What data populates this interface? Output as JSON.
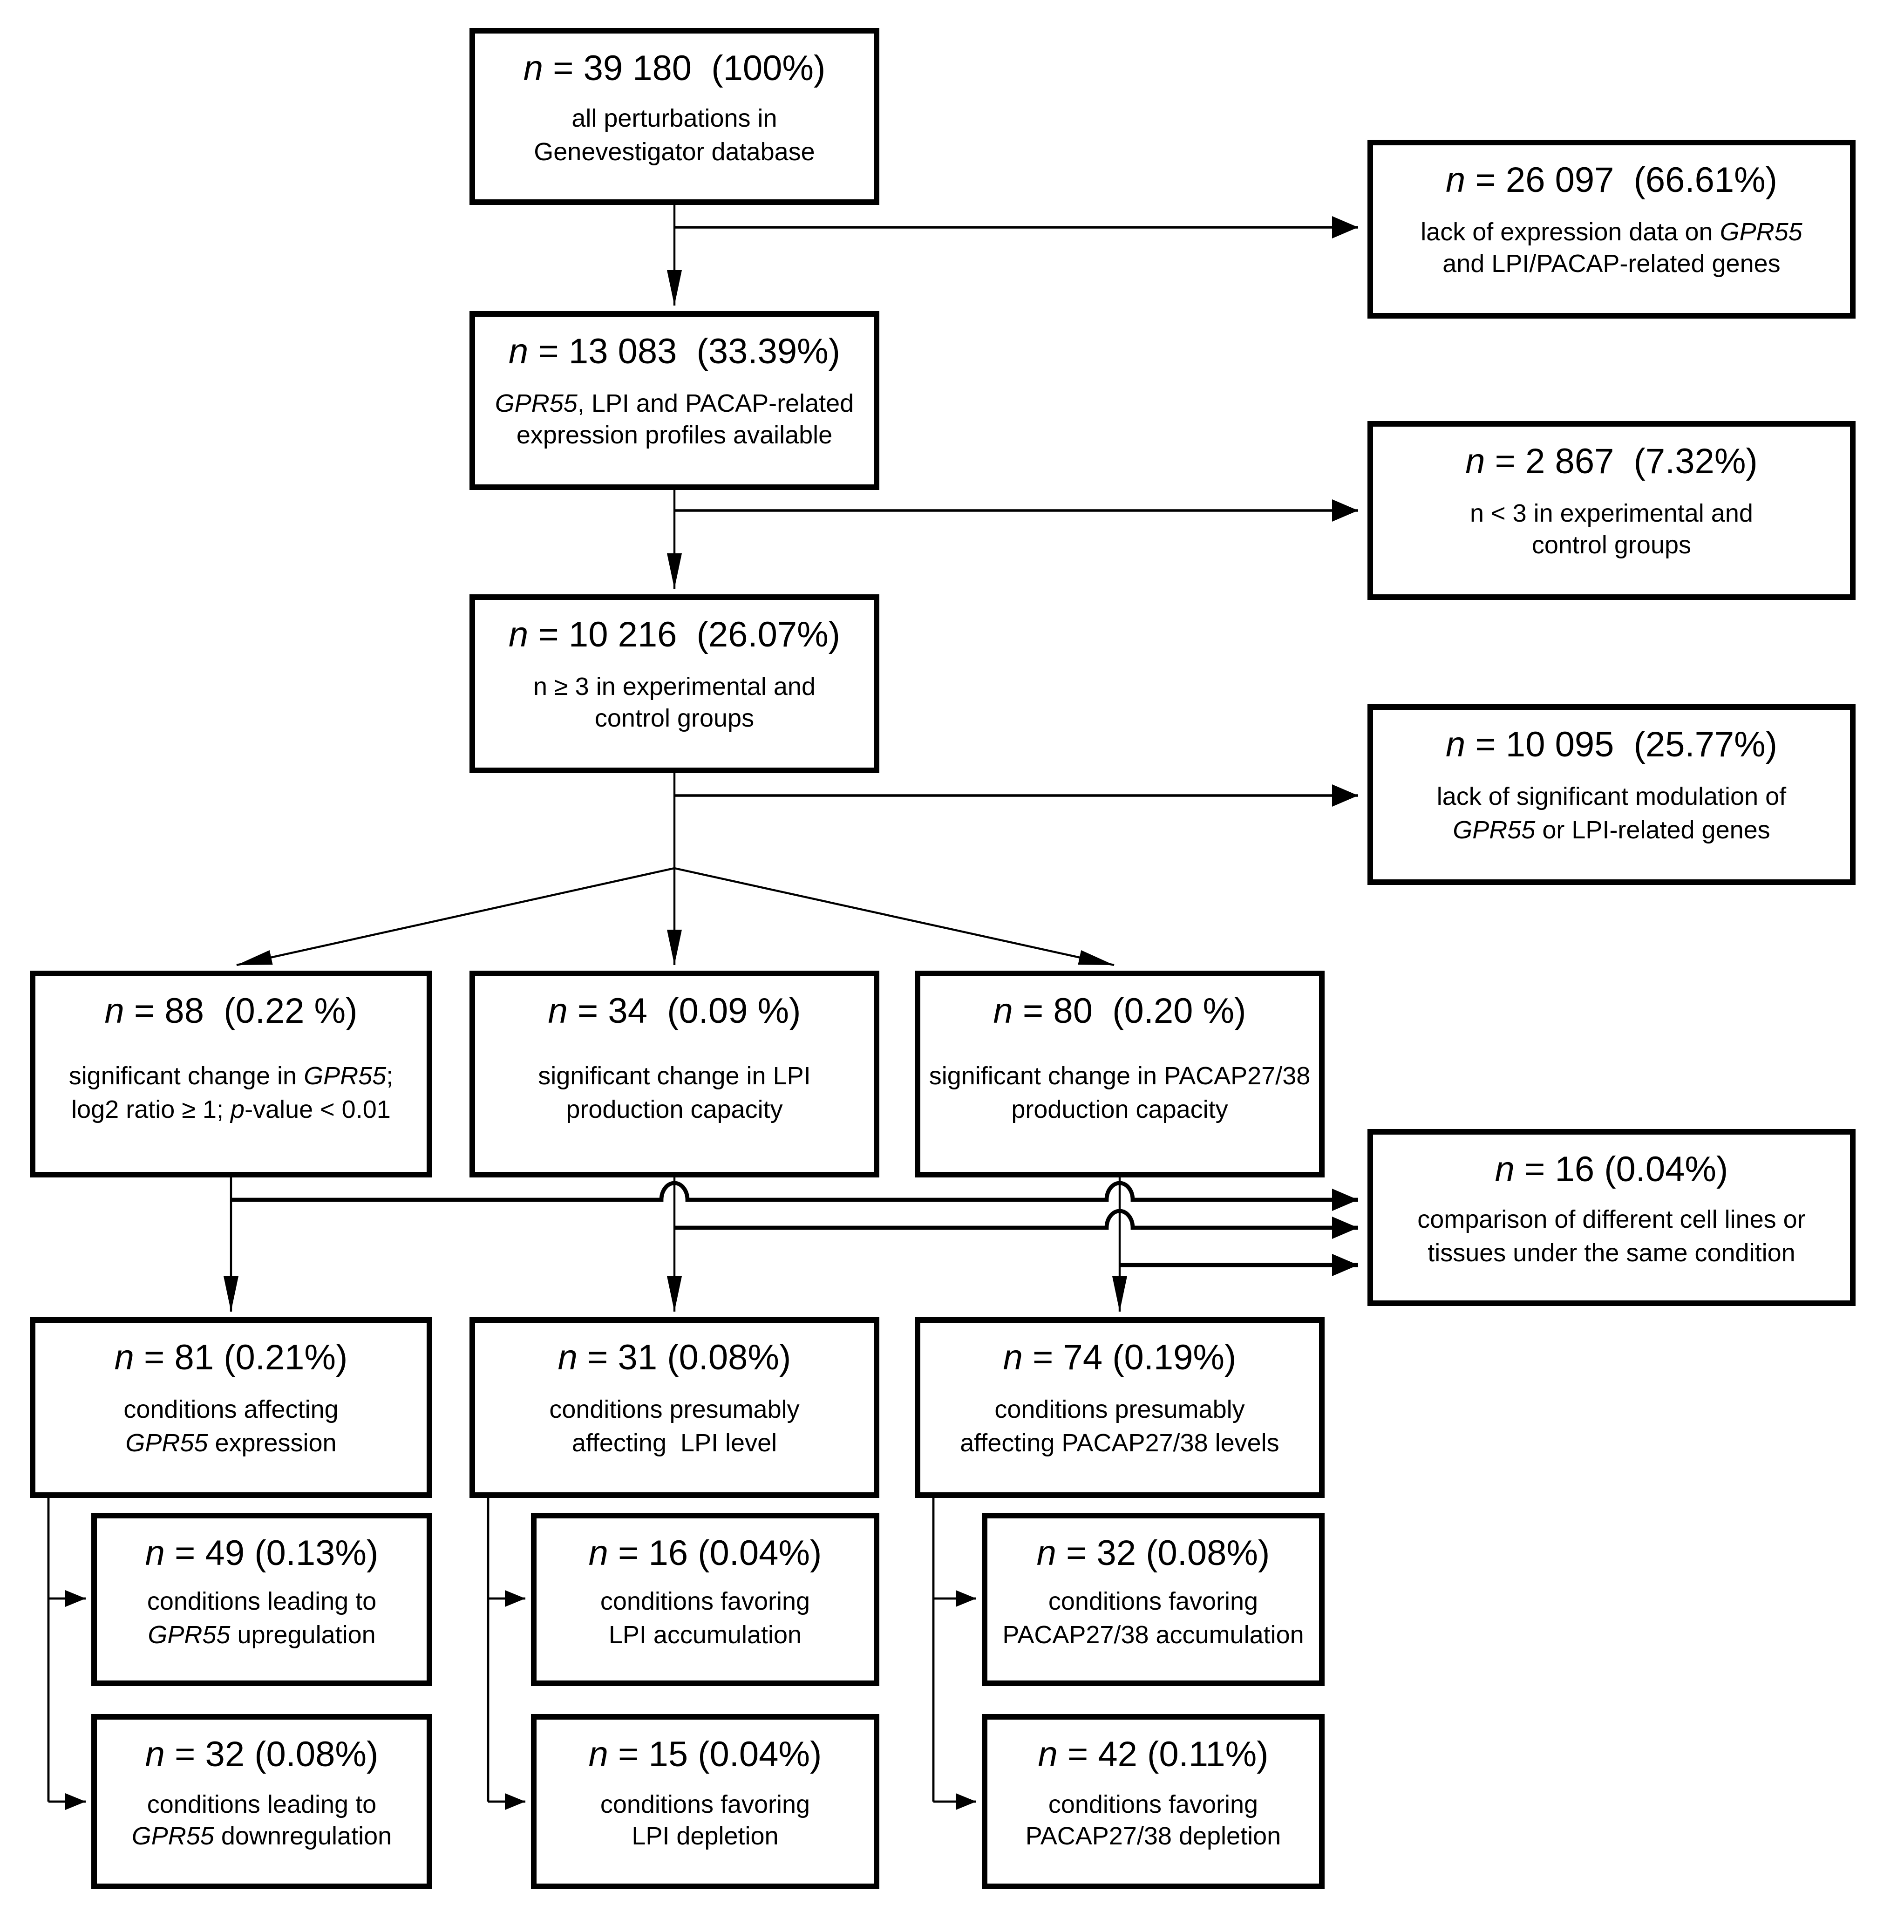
{
  "figure": {
    "background_color": "#ffffff",
    "line_color": "#000000",
    "text_color": "#000000",
    "type": "study-selection-flowchart"
  },
  "flowchart": {
    "boxes": {
      "total": {
        "header": [
          {
            "t": "n",
            "i": true
          },
          {
            "t": " = 39 180  (100%)"
          }
        ],
        "body": [
          [
            {
              "t": "all perturbations in"
            }
          ],
          [
            {
              "t": "Genevestigator database"
            }
          ]
        ]
      },
      "no_expr": {
        "header": [
          {
            "t": "n",
            "i": true
          },
          {
            "t": " = 26 097  (66.61%)"
          }
        ],
        "body": [
          [
            {
              "t": "lack of expression data on "
            },
            {
              "t": "GPR55",
              "i": true
            }
          ],
          [
            {
              "t": "and LPI/PACAP-related genes"
            }
          ]
        ]
      },
      "profiles": {
        "header": [
          {
            "t": "n",
            "i": true
          },
          {
            "t": " = 13 083  (33.39%)"
          }
        ],
        "body": [
          [
            {
              "t": "GPR55",
              "i": true
            },
            {
              "t": ", LPI and PACAP-related"
            }
          ],
          [
            {
              "t": "expression profiles available"
            }
          ]
        ]
      },
      "lt3": {
        "header": [
          {
            "t": "n",
            "i": true
          },
          {
            "t": " = 2 867  (7.32%)"
          }
        ],
        "body": [
          [
            {
              "t": "n < 3 in experimental and"
            }
          ],
          [
            {
              "t": "control groups"
            }
          ]
        ]
      },
      "ge3": {
        "header": [
          {
            "t": "n",
            "i": true
          },
          {
            "t": " = 10 216  (26.07%)"
          }
        ],
        "body": [
          [
            {
              "t": "n ≥ 3 in experimental and"
            }
          ],
          [
            {
              "t": "control groups"
            }
          ]
        ]
      },
      "no_mod": {
        "header": [
          {
            "t": "n",
            "i": true
          },
          {
            "t": " = 10 095  (25.77%)"
          }
        ],
        "body": [
          [
            {
              "t": "lack of significant modulation of"
            }
          ],
          [
            {
              "t": "GPR55",
              "i": true
            },
            {
              "t": " or LPI-related genes"
            }
          ]
        ]
      },
      "gpr55_sig": {
        "header": [
          {
            "t": "n",
            "i": true
          },
          {
            "t": " = 88  (0.22 %)"
          }
        ],
        "body": [
          [
            {
              "t": "significant change in "
            },
            {
              "t": "GPR55",
              "i": true
            },
            {
              "t": ";"
            }
          ],
          [
            {
              "t": "log2 ratio ≥ 1; "
            },
            {
              "t": "p",
              "i": true
            },
            {
              "t": "-value < 0.01"
            }
          ]
        ]
      },
      "lpi_sig": {
        "header": [
          {
            "t": "n",
            "i": true
          },
          {
            "t": " = 34  (0.09 %)"
          }
        ],
        "body": [
          [
            {
              "t": "significant change in LPI"
            }
          ],
          [
            {
              "t": "production capacity"
            }
          ]
        ]
      },
      "pacap_sig": {
        "header": [
          {
            "t": "n",
            "i": true
          },
          {
            "t": " = 80  (0.20 %)"
          }
        ],
        "body": [
          [
            {
              "t": "significant change in PACAP27/38"
            }
          ],
          [
            {
              "t": "production capacity"
            }
          ]
        ]
      },
      "same_cond": {
        "header": [
          {
            "t": "n",
            "i": true
          },
          {
            "t": " = 16 (0.04%)"
          }
        ],
        "body": [
          [
            {
              "t": "comparison of different cell lines or"
            }
          ],
          [
            {
              "t": "tissues under the same condition"
            }
          ]
        ]
      },
      "gpr55_cond": {
        "header": [
          {
            "t": "n",
            "i": true
          },
          {
            "t": " = 81 (0.21%)"
          }
        ],
        "body": [
          [
            {
              "t": "conditions affecting"
            }
          ],
          [
            {
              "t": "GPR55",
              "i": true
            },
            {
              "t": " expression"
            }
          ]
        ]
      },
      "lpi_cond": {
        "header": [
          {
            "t": "n",
            "i": true
          },
          {
            "t": " = 31 (0.08%)"
          }
        ],
        "body": [
          [
            {
              "t": "conditions presumably"
            }
          ],
          [
            {
              "t": "affecting  LPI level"
            }
          ]
        ]
      },
      "pacap_cond": {
        "header": [
          {
            "t": "n",
            "i": true
          },
          {
            "t": " = 74 (0.19%)"
          }
        ],
        "body": [
          [
            {
              "t": "conditions presumably"
            }
          ],
          [
            {
              "t": "affecting PACAP27/38 levels"
            }
          ]
        ]
      },
      "gpr55_up": {
        "header": [
          {
            "t": "n",
            "i": true
          },
          {
            "t": " = 49 (0.13%)"
          }
        ],
        "body": [
          [
            {
              "t": "conditions leading to"
            }
          ],
          [
            {
              "t": "GPR55",
              "i": true
            },
            {
              "t": " upregulation"
            }
          ]
        ]
      },
      "lpi_acc": {
        "header": [
          {
            "t": "n",
            "i": true
          },
          {
            "t": " = 16 (0.04%)"
          }
        ],
        "body": [
          [
            {
              "t": "conditions favoring"
            }
          ],
          [
            {
              "t": "LPI accumulation"
            }
          ]
        ]
      },
      "pacap_acc": {
        "header": [
          {
            "t": "n",
            "i": true
          },
          {
            "t": " = 32 (0.08%)"
          }
        ],
        "body": [
          [
            {
              "t": "conditions favoring"
            }
          ],
          [
            {
              "t": "PACAP27/38 accumulation"
            }
          ]
        ]
      },
      "gpr55_down": {
        "header": [
          {
            "t": "n",
            "i": true
          },
          {
            "t": " = 32 (0.08%)"
          }
        ],
        "body": [
          [
            {
              "t": "conditions leading to"
            }
          ],
          [
            {
              "t": "GPR55",
              "i": true
            },
            {
              "t": " downregulation"
            }
          ]
        ]
      },
      "lpi_dep": {
        "header": [
          {
            "t": "n",
            "i": true
          },
          {
            "t": " = 15 (0.04%)"
          }
        ],
        "body": [
          [
            {
              "t": "conditions favoring"
            }
          ],
          [
            {
              "t": "LPI depletion"
            }
          ]
        ]
      },
      "pacap_dep": {
        "header": [
          {
            "t": "n",
            "i": true
          },
          {
            "t": " = 42 (0.11%)"
          }
        ],
        "body": [
          [
            {
              "t": "conditions favoring"
            }
          ],
          [
            {
              "t": "PACAP27/38 depletion"
            }
          ]
        ]
      }
    },
    "edges": [
      {
        "from": "total",
        "to": "profiles"
      },
      {
        "from": "total",
        "to": "no_expr"
      },
      {
        "from": "profiles",
        "to": "ge3"
      },
      {
        "from": "profiles",
        "to": "lt3"
      },
      {
        "from": "ge3",
        "to": "no_mod"
      },
      {
        "from": "ge3",
        "to": "gpr55_sig"
      },
      {
        "from": "ge3",
        "to": "lpi_sig"
      },
      {
        "from": "ge3",
        "to": "pacap_sig"
      },
      {
        "from": "gpr55_sig",
        "to": "same_cond"
      },
      {
        "from": "lpi_sig",
        "to": "same_cond"
      },
      {
        "from": "pacap_sig",
        "to": "same_cond"
      },
      {
        "from": "gpr55_sig",
        "to": "gpr55_cond"
      },
      {
        "from": "lpi_sig",
        "to": "lpi_cond"
      },
      {
        "from": "pacap_sig",
        "to": "pacap_cond"
      },
      {
        "from": "gpr55_cond",
        "to": "gpr55_up"
      },
      {
        "from": "gpr55_cond",
        "to": "gpr55_down"
      },
      {
        "from": "lpi_cond",
        "to": "lpi_acc"
      },
      {
        "from": "lpi_cond",
        "to": "lpi_dep"
      },
      {
        "from": "pacap_cond",
        "to": "pacap_acc"
      },
      {
        "from": "pacap_cond",
        "to": "pacap_dep"
      }
    ]
  }
}
